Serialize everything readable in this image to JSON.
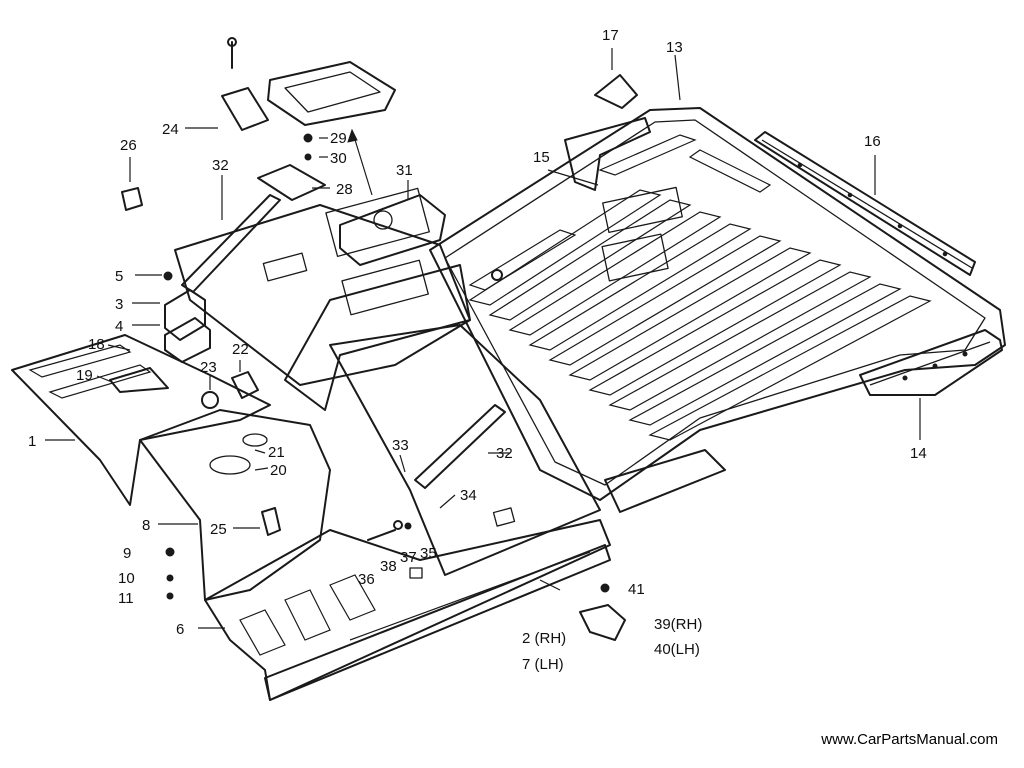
{
  "watermark": "www.CarPartsManual.com",
  "callouts": {
    "p1": "1",
    "p2": "2 (RH)",
    "p3": "3",
    "p4": "4",
    "p5": "5",
    "p6": "6",
    "p7": "7 (LH)",
    "p8": "8",
    "p9": "9",
    "p10": "10",
    "p11": "11",
    "p13": "13",
    "p14": "14",
    "p15": "15",
    "p16": "16",
    "p17": "17",
    "p18": "18",
    "p19": "19",
    "p20": "20",
    "p21": "21",
    "p22": "22",
    "p23": "23",
    "p24": "24",
    "p25": "25",
    "p26": "26",
    "p28": "28",
    "p29": "29",
    "p30": "30",
    "p31": "31",
    "p32a": "32",
    "p32b": "32",
    "p33": "33",
    "p34": "34",
    "p35": "35",
    "p36": "36",
    "p37": "37",
    "p38": "38",
    "p39": "39(RH)",
    "p40": "40(LH)",
    "p41": "41"
  }
}
